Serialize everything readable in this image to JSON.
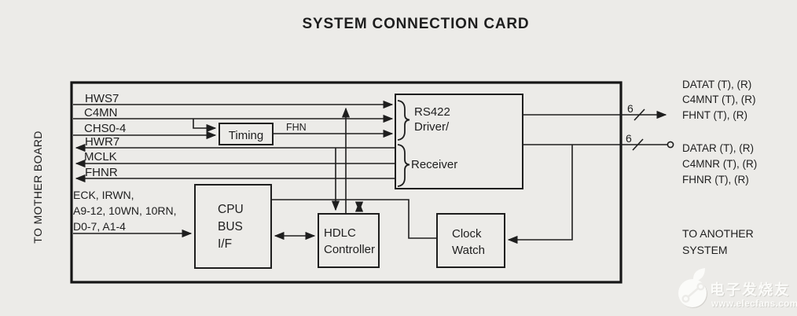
{
  "title": "SYSTEM CONNECTION CARD",
  "left_port_label": "TO MOTHER BOARD",
  "right_port_label": {
    "line1": "TO ANOTHER",
    "line2": "SYSTEM"
  },
  "tx_signals": [
    "HWS7",
    "C4MN",
    "CHS0-4"
  ],
  "rx_signals": [
    "HWR7",
    "MCLK",
    "FHNR"
  ],
  "cpu_bus": {
    "line1": "ECK, IRWN,",
    "line2": "A9-12, 10WN, 10RN,",
    "line3": "D0-7, A1-4"
  },
  "blocks": {
    "timing": {
      "label": "Timing"
    },
    "rs422": {
      "line1": "RS422",
      "line2": "Driver/",
      "line3": "Receiver"
    },
    "cpu": {
      "line1": "CPU",
      "line2": "BUS",
      "line3": "I/F"
    },
    "hdlc": {
      "line1": "HDLC",
      "line2": "Controller"
    },
    "clock": {
      "line1": "Clock",
      "line2": "Watch"
    }
  },
  "nets": {
    "fhn": "FHN",
    "tx_bus_width": "6",
    "rx_bus_width": "6"
  },
  "tx_ports": [
    "DATAT (T), (R)",
    "C4MNT (T), (R)",
    "FHNT (T), (R)"
  ],
  "rx_ports": [
    "DATAR (T), (R)",
    "C4MNR (T), (R)",
    "FHNR (T), (R)"
  ],
  "watermark": {
    "brand": "电子发烧友",
    "site": "www.elecfans.com"
  },
  "colors": {
    "paper": "#ecebe8",
    "ink": "#1e1e1e",
    "watermark": "#fbfbf9"
  }
}
